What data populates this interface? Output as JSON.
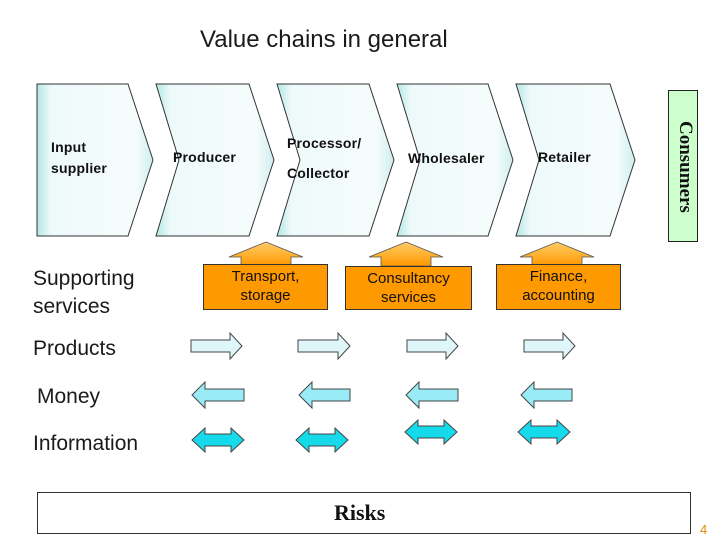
{
  "title": "Value chains in general",
  "stages": [
    {
      "label": "Input supplier",
      "line1": "Input",
      "line2": "supplier"
    },
    {
      "label": "Producer",
      "line1": "Producer",
      "line2": ""
    },
    {
      "label": "Processor/ Collector",
      "line1": "Processor/",
      "line2": "Collector"
    },
    {
      "label": "Wholesaler",
      "line1": "Wholesaler",
      "line2": ""
    },
    {
      "label": "Retailer",
      "line1": "Retailer",
      "line2": ""
    }
  ],
  "consumers": "Consumers",
  "rows": {
    "supporting_line1": "Supporting",
    "supporting_line2": "services",
    "products": "Products",
    "money": "Money",
    "information": "Information"
  },
  "services": [
    {
      "line1": "Transport,",
      "line2": "storage"
    },
    {
      "line1": "Consultancy",
      "line2": "services"
    },
    {
      "line1": "Finance,",
      "line2": "accounting"
    }
  ],
  "risks": "Risks",
  "page_number": "4",
  "colors": {
    "chevron_fill": "#e8f7f7",
    "service_fill": "#ff9900",
    "consumers_fill": "#ccffcc",
    "products_arrow": "#dff6fa",
    "money_arrow": "#99ecf6",
    "info_arrow": "#16d9ea"
  }
}
